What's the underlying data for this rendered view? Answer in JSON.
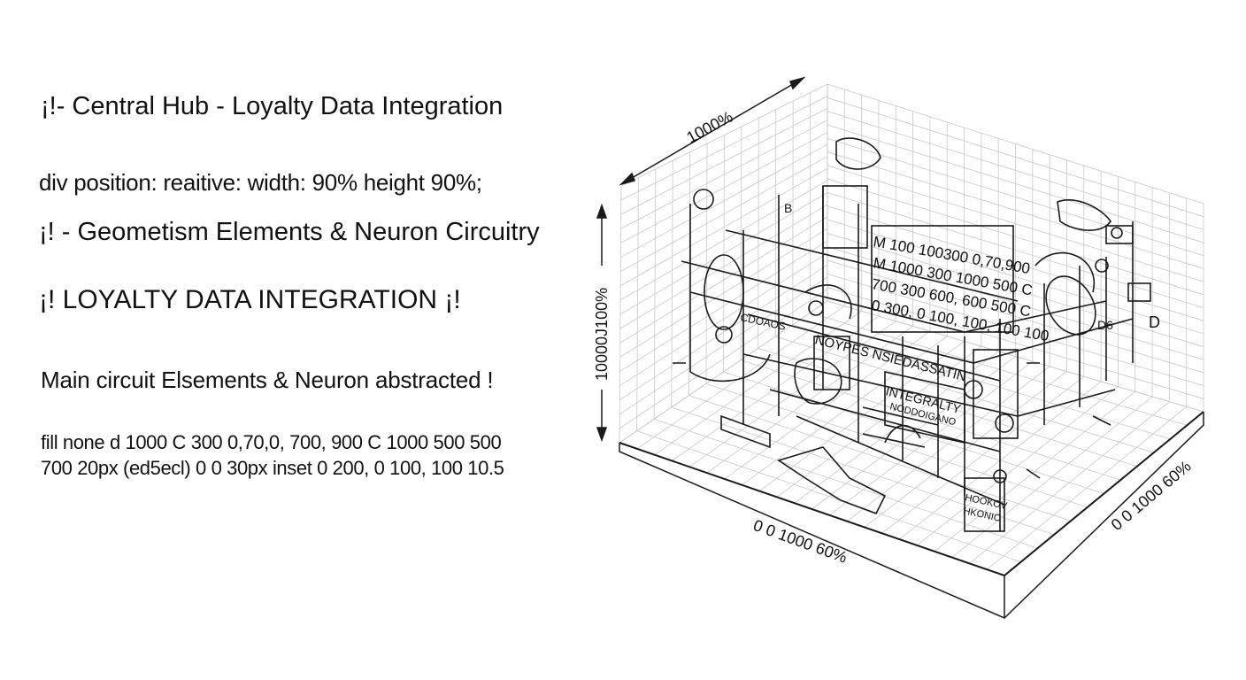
{
  "left_text": {
    "line1": "¡!- Central Hub - Loyalty Data Integration",
    "line2": "div position: reaitive: width: 90% height 90%;",
    "line3": "¡! - Geometism Elements & Neuron Circuitry",
    "line4": "¡!  LOYALTY DATA INTEGRATION  ¡!",
    "line5": "Main circuit  Elsements & Neuron abstracted !",
    "line6": "fill none d 1000 C 300 0,70,0, 700, 900 C 1000 500 500",
    "line7": "700 20px (ed5ecl) 0 0 30px inset 0 200, 0 100, 100 10.5"
  },
  "diagram": {
    "dim_top": "1000%",
    "dim_left": "10000J100%",
    "dim_bottom": "0 0 1000 60%",
    "dim_right": "0 0 1000 60%",
    "code_lines": [
      "M 100 100300 0,70,900",
      "M 1000 300 1000 500 C",
      "700 300 600, 600 500 C",
      "0 300, 0 100, 100, 100 100"
    ],
    "labels": {
      "nypes": "NOYPES NSIEDASSATIN",
      "integralty": "INTEGRALTY",
      "nodo": "NODDOIGANO",
      "cdoaos": "CDOAOS",
      "d_label": "D",
      "b_label": "B",
      "do_label": "D6",
      "bottom1": "HOOKOV",
      "bottom2": "HKONIC"
    },
    "line_color": "#1a1a1a",
    "grid_color": "#c8c8c8"
  }
}
